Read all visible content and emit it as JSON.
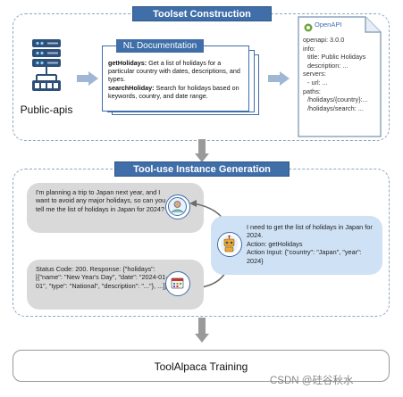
{
  "toolset": {
    "title": "Toolset Construction",
    "source_label": "Public-apis",
    "doc_tab": "NL Documentation",
    "doc_items": [
      {
        "name": "getHolidays:",
        "desc": " Get a list of holidays for a particular country with dates, descriptions, and types."
      },
      {
        "name": "searchHoliday:",
        "desc": " Search for holidays based on keywords, country, and date range."
      }
    ],
    "openapi_label": "OpenAPI",
    "openapi_lines": [
      "openapi: 3.0.0",
      "info:",
      "  title: Public Holidays",
      "  description: ...",
      "servers:",
      "  - url: ...",
      "paths:",
      "  /holidays/{country}:...",
      "  /holidays/search: ..."
    ]
  },
  "instance": {
    "title": "Tool-use Instance Generation",
    "user_msg": "I'm planning a trip to Japan next year, and I want to avoid any major holidays, so can you tell me the list of holidays in Japan for 2024?",
    "assistant_msg_lines": [
      "I need to get the list of holidays in Japan for 2024.",
      "Action: getHolidays",
      "Action Input: {\"country\": \"Japan\", \"year\": 2024}"
    ],
    "tool_msg": "Status Code: 200. Response: {\"holidays\": [{\"name\": \"New Year's Day\", \"date\": \"2024-01-01\", \"type\": \"National\", \"description\": \"...\"}, ...]}"
  },
  "training": {
    "label": "ToolAlpaca Training"
  },
  "watermark": "CSDN @硅谷秋水",
  "colors": {
    "title_bar": "#3f6ea8",
    "panel_border": "#8fa6bf",
    "user_bubble": "#d9d9d9",
    "assistant_bubble": "#cfe1f5",
    "arrow": "#9fb7d4"
  },
  "icons": [
    "server-icon",
    "openapi-logo-icon",
    "user-avatar-icon",
    "robot-icon",
    "calendar-icon",
    "swap-arrows-icon"
  ]
}
